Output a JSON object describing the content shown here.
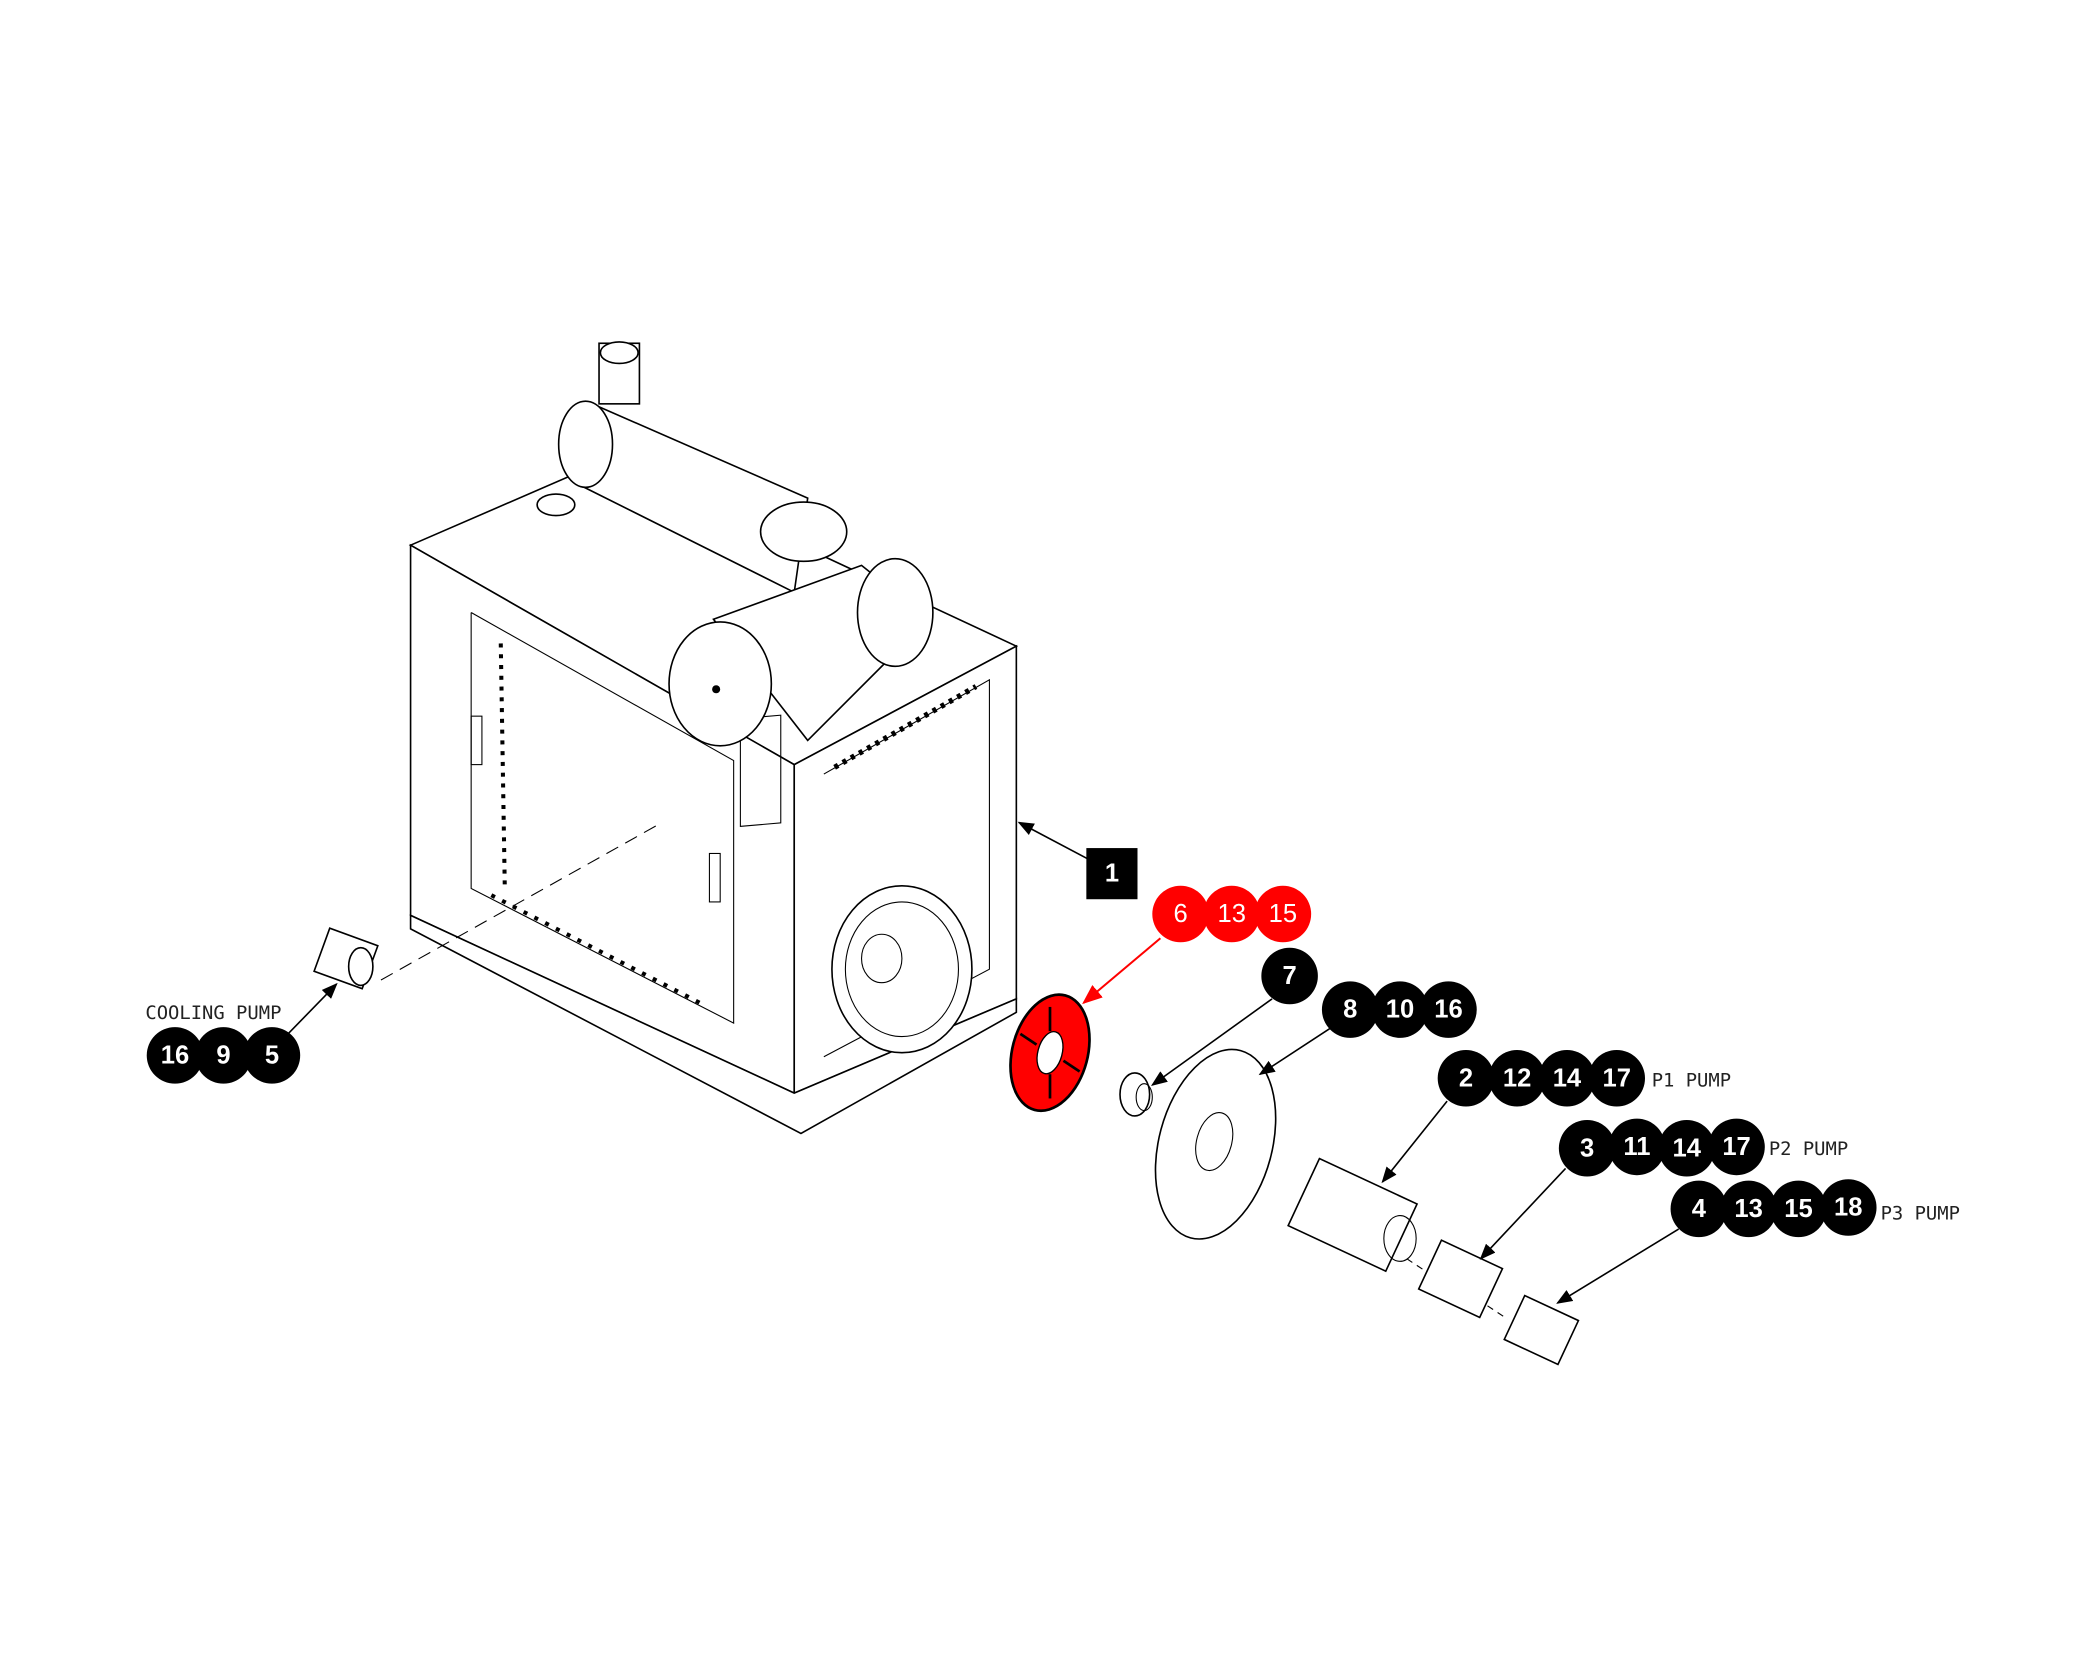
{
  "colors": {
    "callout": "#000000",
    "highlight": "#ff0000",
    "line": "#000000"
  },
  "callouts": {
    "assembly": {
      "label": "1"
    },
    "coupling_highlight": {
      "numbers": [
        "6",
        "13",
        "15"
      ]
    },
    "hub": {
      "numbers": [
        "7"
      ]
    },
    "adapter_plate": {
      "numbers": [
        "8",
        "10",
        "16"
      ]
    },
    "p1_pump": {
      "numbers": [
        "2",
        "12",
        "14",
        "17"
      ],
      "label": "P1 PUMP"
    },
    "p2_pump": {
      "numbers": [
        "3",
        "11",
        "14",
        "17"
      ],
      "label": "P2 PUMP"
    },
    "p3_pump": {
      "numbers": [
        "4",
        "13",
        "15",
        "18"
      ],
      "label": "P3 PUMP"
    },
    "cooling_pump": {
      "numbers": [
        "16",
        "9",
        "5"
      ],
      "label": "COOLING PUMP"
    }
  }
}
